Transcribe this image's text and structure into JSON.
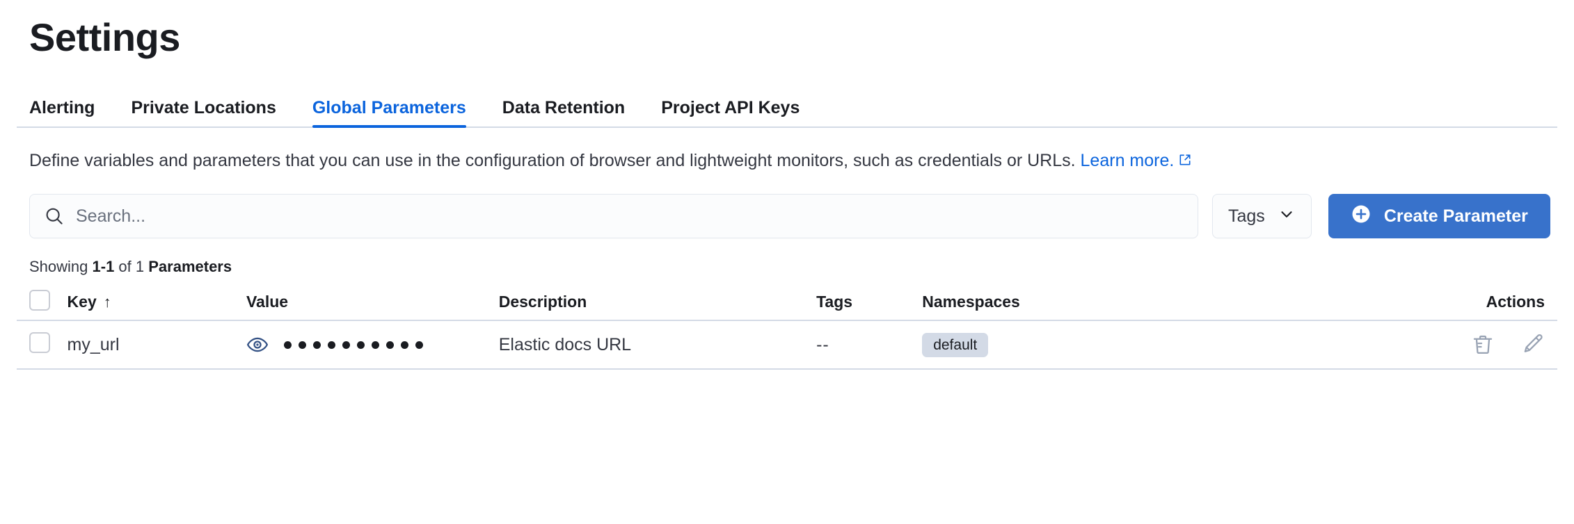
{
  "page": {
    "title": "Settings"
  },
  "tabs": [
    {
      "label": "Alerting",
      "active": false
    },
    {
      "label": "Private Locations",
      "active": false
    },
    {
      "label": "Global Parameters",
      "active": true
    },
    {
      "label": "Data Retention",
      "active": false
    },
    {
      "label": "Project API Keys",
      "active": false
    }
  ],
  "description": {
    "text": "Define variables and parameters that you can use in the configuration of browser and lightweight monitors, such as credentials or URLs.",
    "link_label": "Learn more.",
    "link_icon": "external-link-icon"
  },
  "controls": {
    "search": {
      "icon": "search-icon",
      "placeholder": "Search...",
      "value": ""
    },
    "tags_filter": {
      "label": "Tags",
      "icon": "chevron-down-icon"
    },
    "create_button": {
      "label": "Create Parameter",
      "icon": "plus-circle-icon",
      "color": "#3872cb"
    }
  },
  "results": {
    "prefix": "Showing ",
    "range": "1-1",
    "middle": " of 1 ",
    "entity": "Parameters"
  },
  "table": {
    "columns": [
      {
        "key": "check",
        "label": "",
        "icon": "checkbox-icon"
      },
      {
        "key": "key",
        "label": "Key",
        "sort": "↑"
      },
      {
        "key": "value",
        "label": "Value"
      },
      {
        "key": "description",
        "label": "Description"
      },
      {
        "key": "tags",
        "label": "Tags"
      },
      {
        "key": "namespaces",
        "label": "Namespaces"
      },
      {
        "key": "actions",
        "label": "Actions"
      }
    ],
    "rows": [
      {
        "key": "my_url",
        "value_icon": "eye-icon",
        "value_masked": "••••••••••",
        "value_dot_count": 10,
        "description": "Elastic docs URL",
        "tags": "--",
        "namespaces": [
          "default"
        ],
        "actions": [
          "trash-icon",
          "pencil-icon"
        ]
      }
    ]
  },
  "colors": {
    "accent": "#0b64dd",
    "button": "#3872cb",
    "text": "#343741",
    "heading": "#1a1c21",
    "border": "#d3dae6",
    "badge_bg": "#d3dae6",
    "eye_icon": "#345285"
  }
}
